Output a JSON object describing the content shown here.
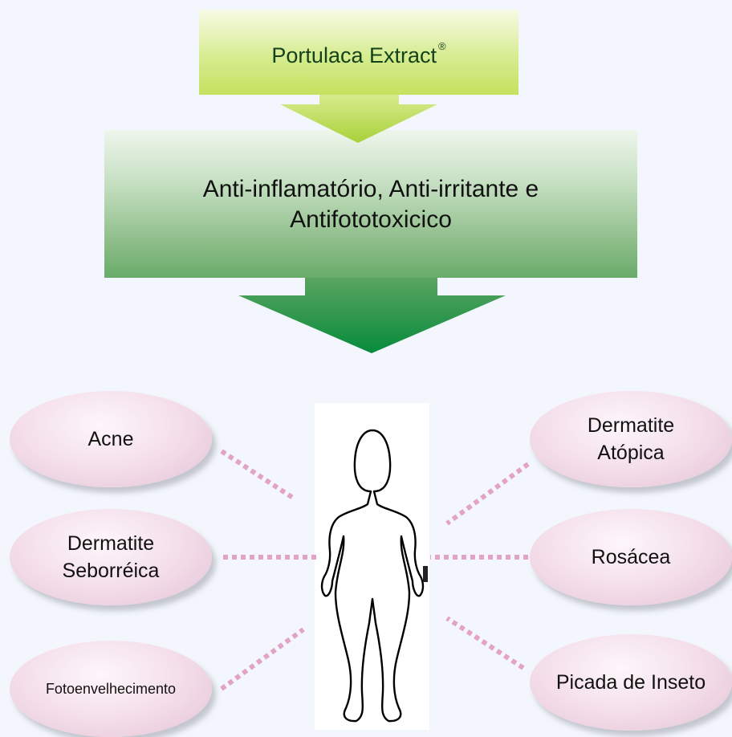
{
  "top_box": {
    "label": "Portulaca Extract",
    "mark": "®"
  },
  "middle_box": {
    "line1": "Anti-inflamatório, Anti-irritante e",
    "line2": "Antifototoxicico"
  },
  "conditions": {
    "acne": "Acne",
    "seborrheic_line1": "Dermatite",
    "seborrheic_line2": "Seborréica",
    "photoaging": "Fotoenvelhecimento",
    "atopic_line1": "Dermatite",
    "atopic_line2": "Atópica",
    "rosacea": "Rosácea",
    "insect_bite": "Picada de Inseto"
  },
  "colors": {
    "background": "#f3f7fd",
    "top_box_green": "#c6e160",
    "middle_box_green": "#68ab6a",
    "arrow_dark_green": "#0a8a3e",
    "ellipse_pink": "#f3dce8",
    "connector_pink": "#e3a3c6"
  },
  "icons": {
    "center_figure": "human-body-outline-icon"
  }
}
